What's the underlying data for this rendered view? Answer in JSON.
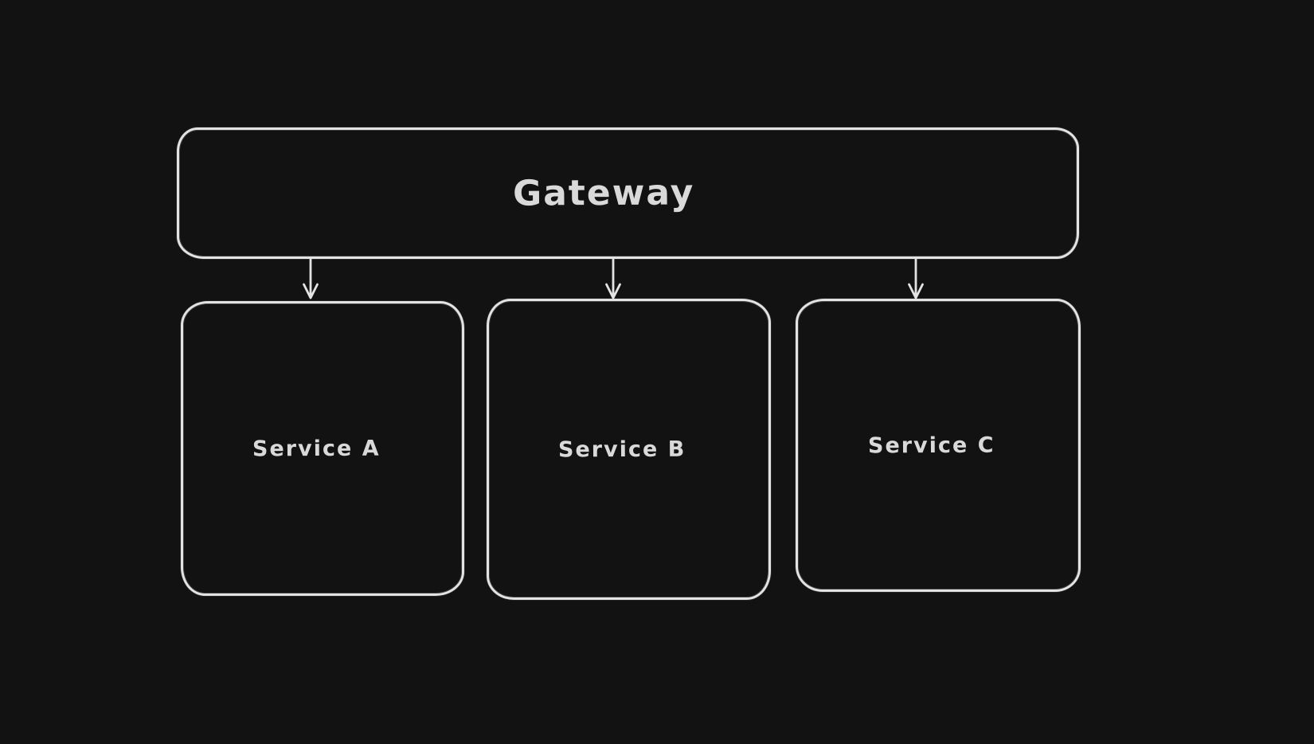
{
  "canvas": {
    "background_color": "#121212",
    "stroke_color": "#e3e3e3",
    "text_color": "#d9d9d9"
  },
  "nodes": [
    {
      "id": "gateway",
      "label": "Gateway"
    },
    {
      "id": "service-a",
      "label": "Service A"
    },
    {
      "id": "service-b",
      "label": "Service B"
    },
    {
      "id": "service-c",
      "label": "Service C"
    }
  ],
  "edges": [
    {
      "from": "Gateway",
      "to": "Service A",
      "direction": "down"
    },
    {
      "from": "Gateway",
      "to": "Service B",
      "direction": "down"
    },
    {
      "from": "Gateway",
      "to": "Service C",
      "direction": "down"
    }
  ]
}
